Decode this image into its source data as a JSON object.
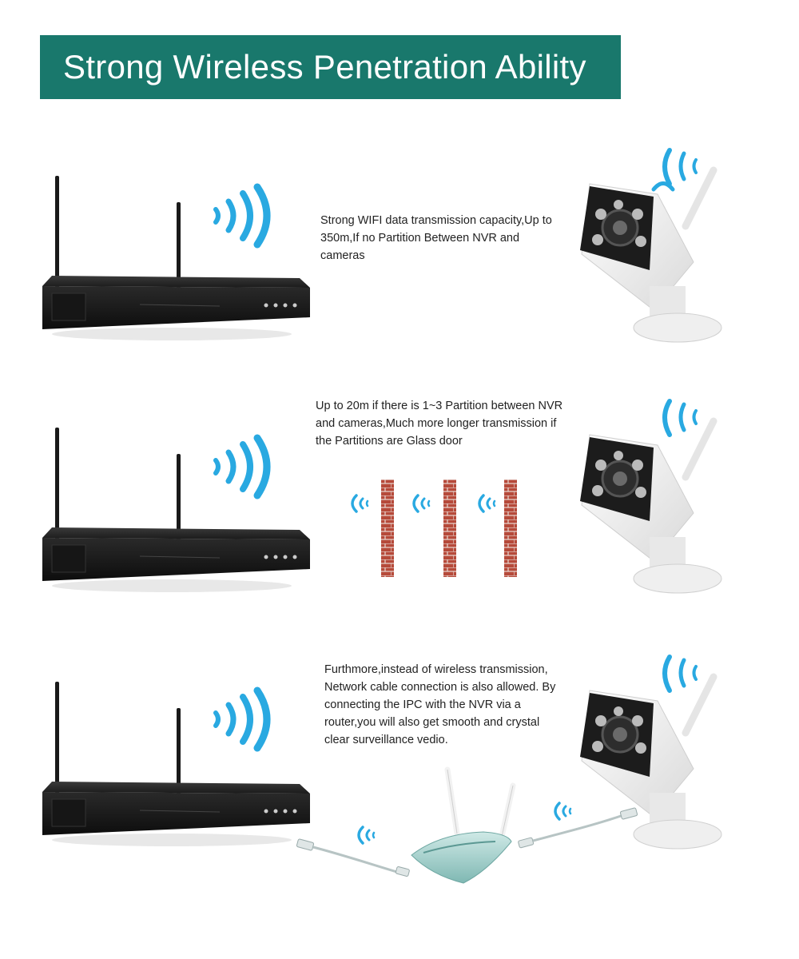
{
  "title": "Strong Wireless Penetration Ability",
  "accent_color": "#19786c",
  "signal_color": "#29a9e1",
  "sections": [
    {
      "description": "Strong WIFI data transmission capacity,Up to 350m,If no Partition Between NVR and cameras",
      "elements": [
        "nvr-recorder",
        "wifi-signal-icon",
        "bullet-camera"
      ]
    },
    {
      "description": "Up to 20m if there is 1~3 Partition between NVR and cameras,Much more longer transmission if the Partitions are Glass door",
      "elements": [
        "nvr-recorder",
        "wifi-signal-icon",
        "brick-wall-icon",
        "bullet-camera"
      ]
    },
    {
      "description": "Furthmore,instead of wireless transmission, Network cable connection is also allowed. By connecting the IPC with the NVR via a router,you will also get smooth and crystal clear surveillance vedio.",
      "elements": [
        "nvr-recorder",
        "wifi-signal-icon",
        "network-cable",
        "wifi-router",
        "bullet-camera"
      ]
    }
  ]
}
